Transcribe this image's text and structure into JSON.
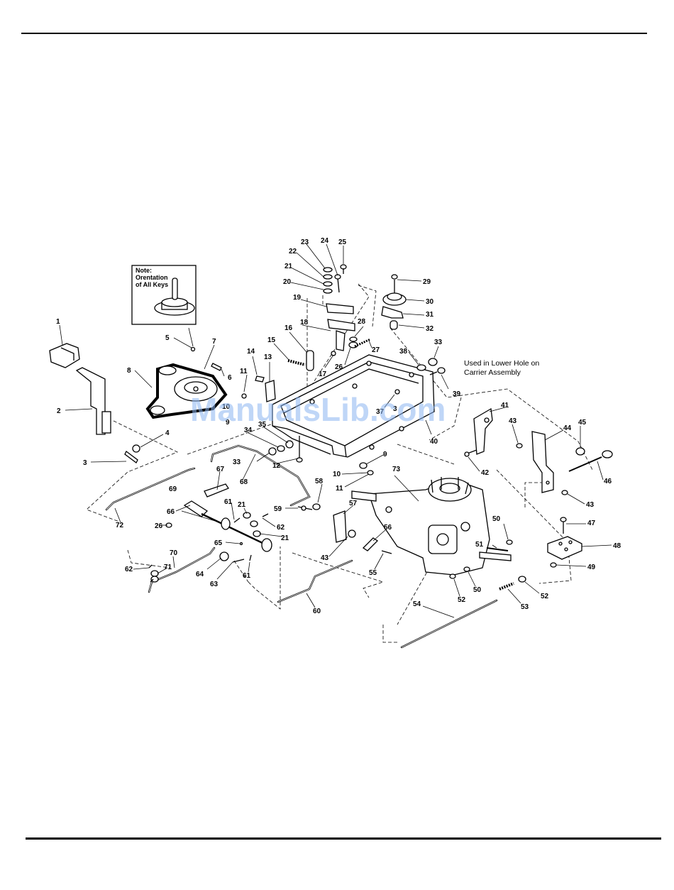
{
  "note": {
    "line1": "Note:",
    "line2": "Orentation",
    "line3": "of All Keys"
  },
  "callout": {
    "line1": "Used in Lower Hole on",
    "line2": "Carrier Assembly"
  },
  "watermark": "ManualsLib.com",
  "labels": [
    {
      "id": "l1",
      "text": "1"
    },
    {
      "id": "l2",
      "text": "2"
    },
    {
      "id": "l3",
      "text": "3"
    },
    {
      "id": "l4",
      "text": "4"
    },
    {
      "id": "l5",
      "text": "5"
    },
    {
      "id": "l6",
      "text": "6"
    },
    {
      "id": "l7",
      "text": "7"
    },
    {
      "id": "l8",
      "text": "8"
    },
    {
      "id": "l9a",
      "text": "9"
    },
    {
      "id": "l9b",
      "text": "9"
    },
    {
      "id": "l10a",
      "text": "10"
    },
    {
      "id": "l10b",
      "text": "10"
    },
    {
      "id": "l11a",
      "text": "11"
    },
    {
      "id": "l11b",
      "text": "11"
    },
    {
      "id": "l12",
      "text": "12"
    },
    {
      "id": "l13",
      "text": "13"
    },
    {
      "id": "l14",
      "text": "14"
    },
    {
      "id": "l15",
      "text": "15"
    },
    {
      "id": "l16",
      "text": "16"
    },
    {
      "id": "l17",
      "text": "17"
    },
    {
      "id": "l18",
      "text": "18"
    },
    {
      "id": "l19",
      "text": "19"
    },
    {
      "id": "l20",
      "text": "20"
    },
    {
      "id": "l21a",
      "text": "21"
    },
    {
      "id": "l21b",
      "text": "21"
    },
    {
      "id": "l21c",
      "text": "21"
    },
    {
      "id": "l22",
      "text": "22"
    },
    {
      "id": "l23",
      "text": "23"
    },
    {
      "id": "l24",
      "text": "24"
    },
    {
      "id": "l25",
      "text": "25"
    },
    {
      "id": "l26a",
      "text": "26"
    },
    {
      "id": "l26b",
      "text": "26"
    },
    {
      "id": "l27",
      "text": "27"
    },
    {
      "id": "l28",
      "text": "28"
    },
    {
      "id": "l29",
      "text": "29"
    },
    {
      "id": "l30",
      "text": "30"
    },
    {
      "id": "l31",
      "text": "31"
    },
    {
      "id": "l32",
      "text": "32"
    },
    {
      "id": "l33a",
      "text": "33"
    },
    {
      "id": "l33b",
      "text": "33"
    },
    {
      "id": "l34",
      "text": "34"
    },
    {
      "id": "l35",
      "text": "35"
    },
    {
      "id": "l36",
      "text": "3"
    },
    {
      "id": "l37",
      "text": "37"
    },
    {
      "id": "l38",
      "text": "38"
    },
    {
      "id": "l39",
      "text": "39"
    },
    {
      "id": "l40",
      "text": "40"
    },
    {
      "id": "l41",
      "text": "41"
    },
    {
      "id": "l42",
      "text": "42"
    },
    {
      "id": "l43a",
      "text": "43"
    },
    {
      "id": "l43b",
      "text": "43"
    },
    {
      "id": "l43c",
      "text": "43"
    },
    {
      "id": "l44",
      "text": "44"
    },
    {
      "id": "l45",
      "text": "45"
    },
    {
      "id": "l46",
      "text": "46"
    },
    {
      "id": "l47",
      "text": "47"
    },
    {
      "id": "l48",
      "text": "48"
    },
    {
      "id": "l49",
      "text": "49"
    },
    {
      "id": "l50a",
      "text": "50"
    },
    {
      "id": "l50b",
      "text": "50"
    },
    {
      "id": "l51",
      "text": "51"
    },
    {
      "id": "l52a",
      "text": "52"
    },
    {
      "id": "l52b",
      "text": "52"
    },
    {
      "id": "l53",
      "text": "53"
    },
    {
      "id": "l54",
      "text": "54"
    },
    {
      "id": "l55",
      "text": "55"
    },
    {
      "id": "l56",
      "text": "56"
    },
    {
      "id": "l57",
      "text": "57"
    },
    {
      "id": "l58",
      "text": "58"
    },
    {
      "id": "l59",
      "text": "59"
    },
    {
      "id": "l60",
      "text": "60"
    },
    {
      "id": "l61a",
      "text": "61"
    },
    {
      "id": "l61b",
      "text": "61"
    },
    {
      "id": "l62a",
      "text": "62"
    },
    {
      "id": "l62b",
      "text": "62"
    },
    {
      "id": "l63",
      "text": "63"
    },
    {
      "id": "l64",
      "text": "64"
    },
    {
      "id": "l65",
      "text": "65"
    },
    {
      "id": "l66",
      "text": "66"
    },
    {
      "id": "l67",
      "text": "67"
    },
    {
      "id": "l68",
      "text": "68"
    },
    {
      "id": "l69",
      "text": "69"
    },
    {
      "id": "l70",
      "text": "70"
    },
    {
      "id": "l71",
      "text": "71"
    },
    {
      "id": "l72",
      "text": "72"
    },
    {
      "id": "l73",
      "text": "73"
    }
  ]
}
